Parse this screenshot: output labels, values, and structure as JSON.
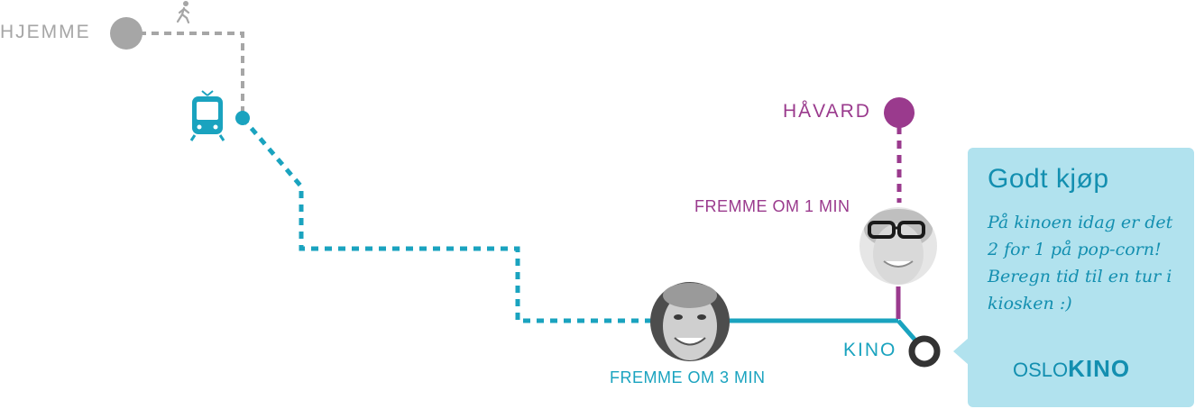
{
  "colors": {
    "walk": "#a6a6a6",
    "transit": "#1aa3bf",
    "friend": "#9a3a8d",
    "card_bg": "#b1e2ee",
    "card_text": "#138fb0",
    "destination_ring": "#333333"
  },
  "labels": {
    "home": "HJEMME",
    "friend": "HÅVARD",
    "destination": "KINO",
    "friend_eta": "FREMME OM 1 MIN",
    "user_eta": "FREMME OM 3 MIN"
  },
  "icons": {
    "walk": "walking-person-icon",
    "transit": "tram-icon"
  },
  "card": {
    "title": "Godt kjøp",
    "body": "På kinoen idag er det 2 for 1 på pop-corn! Beregn tid til en tur i kiosken :)",
    "brand_part1": "OSLO",
    "brand_part2": "KINO"
  }
}
